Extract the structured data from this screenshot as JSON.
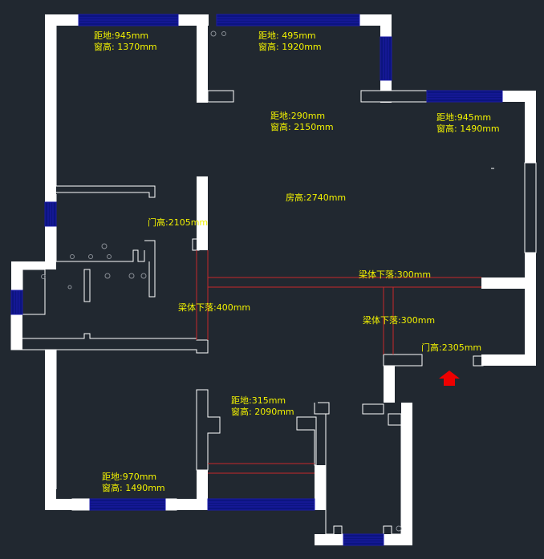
{
  "annotations": {
    "win_top_left": {
      "sill": "距地:945mm",
      "height": "窗高: 1370mm"
    },
    "win_top_mid": {
      "sill": "距地: 495mm",
      "height": "窗高: 1920mm"
    },
    "win_living": {
      "sill": "距地:290mm",
      "height": "窗高: 2150mm"
    },
    "win_right": {
      "sill": "距地:945mm",
      "height": "窗高: 1490mm"
    },
    "room_height": "房高:2740mm",
    "door_left": "门高:2105mm",
    "beam_top": "梁体下落:300mm",
    "beam_left": "梁体下落:400mm",
    "beam_right": "梁体下落:300mm",
    "door_entry": "门高:2305mm",
    "win_kitchen": {
      "sill": "距地:315mm",
      "height": "窗高: 2090mm"
    },
    "win_bottom": {
      "sill": "距地:970mm",
      "height": "窗高: 1490mm"
    }
  },
  "colors": {
    "background": "#212830",
    "wall": "#ffffff",
    "window": "#1b1ba8",
    "beam": "#c8282a",
    "text": "#f2f200",
    "entry_arrow": "#ee0000"
  },
  "icons": [
    "entry-arrow-icon",
    "fixture-icon"
  ]
}
